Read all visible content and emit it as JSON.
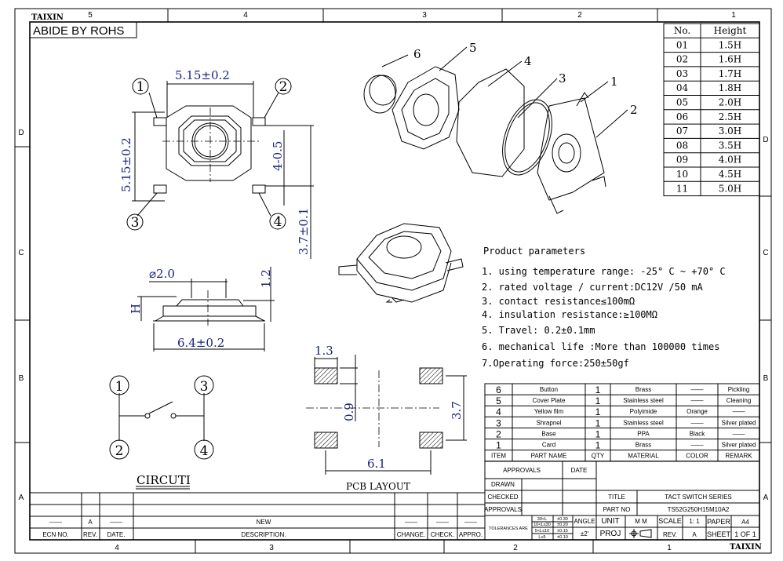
{
  "header": {
    "brand": "TAIXIN",
    "rohs": "ABIDE BY ROHS"
  },
  "zones": {
    "top": [
      "5",
      "4",
      "3",
      "2",
      "1"
    ],
    "bottom": [
      "4",
      "3",
      "2",
      "1"
    ],
    "sides": [
      "D",
      "C",
      "B",
      "A"
    ]
  },
  "height_table": {
    "headers": [
      "No.",
      "Height"
    ],
    "rows": [
      [
        "01",
        "1.5H"
      ],
      [
        "02",
        "1.6H"
      ],
      [
        "03",
        "1.7H"
      ],
      [
        "04",
        "1.8H"
      ],
      [
        "05",
        "2.0H"
      ],
      [
        "06",
        "2.5H"
      ],
      [
        "07",
        "3.0H"
      ],
      [
        "08",
        "3.5H"
      ],
      [
        "09",
        "4.0H"
      ],
      [
        "10",
        "4.5H"
      ],
      [
        "11",
        "5.0H"
      ]
    ]
  },
  "top_view": {
    "width_dim": "5.15±0.2",
    "height_dim": "5.15±0.2",
    "pin_dim": "4-0.5",
    "offset_dim": "3.7±0.1",
    "pins": [
      "1",
      "2",
      "3",
      "4"
    ]
  },
  "side_view": {
    "diameter": "⌀2.0",
    "stroke": "1.2",
    "height_label": "H",
    "width_dim": "6.4±0.2"
  },
  "exploded_labels": [
    "6",
    "5",
    "4",
    "3",
    "1",
    "2"
  ],
  "circuit": {
    "pins": [
      "1",
      "3",
      "2",
      "4"
    ],
    "title": "CIRCUTI"
  },
  "pcb": {
    "pad_w": "1.3",
    "pad_h": "0.9",
    "pitch_v": "3.7",
    "pitch_h": "6.1",
    "title": "PCB LAYOUT"
  },
  "params": {
    "title": "Product parameters",
    "items": [
      "1. using temperature range: -25° C ~ +70° C",
      "2. rated voltage / current:DC12V /50 mA",
      "3. contact resistance≤100mΩ",
      "4. insulation resistance:≥100MΩ",
      "5. Travel: 0.2±0.1mm",
      "6. mechanical life  :More than 100000 times",
      "7.Operating force:250±50gf"
    ]
  },
  "bom": {
    "headers": [
      "ITEM",
      "PART NAME",
      "QTY",
      "MATERIAL",
      "COLOR",
      "REMARK"
    ],
    "rows": [
      [
        "6",
        "Button",
        "1",
        "Brass",
        "——",
        "Pickling"
      ],
      [
        "5",
        "Cover Plate",
        "1",
        "Stainless steel",
        "——",
        "Cleaning"
      ],
      [
        "4",
        "Yellow film",
        "1",
        "Polyimide",
        "Orange",
        "——"
      ],
      [
        "3",
        "Shrapnel",
        "1",
        "Stainless steel",
        "——",
        "Silver plated"
      ],
      [
        "2",
        "Base",
        "1",
        "PPA",
        "Black",
        "——"
      ],
      [
        "1",
        "Card",
        "1",
        "Brass",
        "——",
        "Silver plated"
      ]
    ]
  },
  "title_block": {
    "approvals": "APPROVALS",
    "date": "DATE",
    "drawn": "DRAWN",
    "checked": "CHECKED",
    "approvals2": "APPROVALS",
    "title_label": "TITLE",
    "title": "TACT SWITCH SERIES",
    "part_no_label": "PART NO",
    "part_no": "TS52G250H15M10A2",
    "tolerances": "TOLERANCES ARE",
    "tol_ranges": [
      "30<L",
      "10<L≤30",
      "5<L≤10",
      "L≤5"
    ],
    "tol_values": [
      "±0.30",
      "±0.20",
      "±0.15",
      "±0.10"
    ],
    "angle_label": "ANGLE",
    "angle": "±2'",
    "unit_label": "UNIT",
    "unit": "M M",
    "proj_label": "PROJ",
    "scale_label": "SCALE",
    "scale": "1: 1",
    "rev_label": "REV.",
    "rev": "A",
    "paper_label": "PAPER",
    "paper": "A4",
    "sheet_label": "SHEET",
    "sheet": "1 OF 1",
    "brand": "TAIXIN"
  },
  "revision_block": {
    "headers": [
      "ECN NO.",
      "REV.",
      "DATE.",
      "DESCRIPTION.",
      "CHANGE.",
      "CHECK.",
      "APPRO."
    ],
    "row": [
      "——",
      "A",
      "——",
      "NEW",
      "——",
      "——",
      "——"
    ]
  }
}
